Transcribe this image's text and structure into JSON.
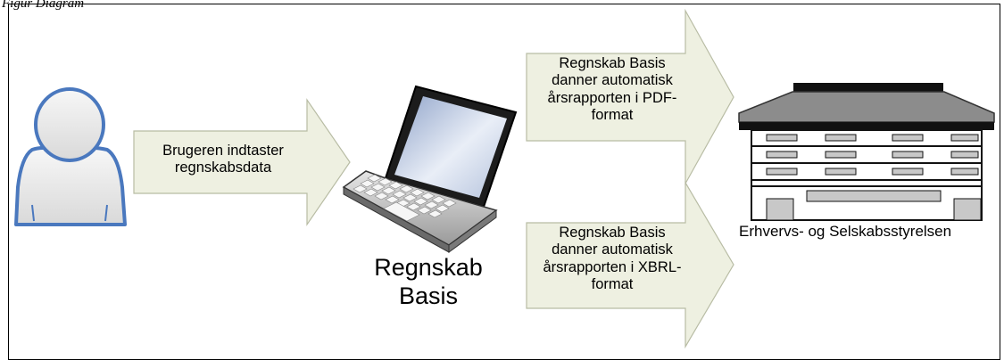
{
  "caption": "Figur Diagram",
  "arrows": [
    {
      "lines": [
        "Brugeren indtaster",
        "regnskabsdata"
      ]
    },
    {
      "lines": [
        "Regnskab Basis",
        "danner automatisk",
        "årsrapporten i PDF-",
        "format"
      ]
    },
    {
      "lines": [
        "Regnskab Basis",
        "danner automatisk",
        "årsrapporten i XBRL-",
        "format"
      ]
    }
  ],
  "product": {
    "line1": "Regnskab",
    "line2": "Basis"
  },
  "authority": {
    "label": "Erhvervs- og Selskabsstyrelsen"
  },
  "colors": {
    "arrow_fill": "#eef0e1",
    "arrow_stroke": "#b8bca4",
    "user_outline": "#4a78be",
    "building_roof": "#8c8c8c",
    "building_dark": "#111111",
    "building_slot": "#c8c8c8"
  },
  "icons": [
    "user-icon",
    "laptop-icon",
    "building-icon"
  ]
}
